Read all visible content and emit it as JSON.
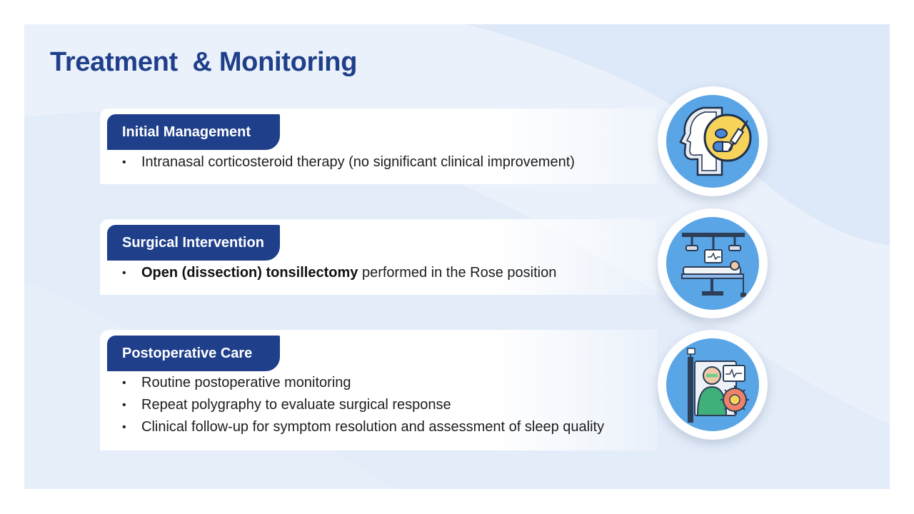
{
  "title": "Treatment  & Monitoring",
  "sections": [
    {
      "header": "Initial Management",
      "bullets": [
        {
          "text": "Intranasal corticosteroid therapy (no significant clinical improvement)"
        }
      ]
    },
    {
      "header": "Surgical Intervention",
      "bullets": [
        {
          "bold": "Open (dissection) tonsillectomy",
          "text": " performed in the Rose position"
        }
      ]
    },
    {
      "header": "Postoperative Care",
      "bullets": [
        {
          "text": "Routine postoperative monitoring"
        },
        {
          "text": "Repeat polygraphy to evaluate surgical response"
        },
        {
          "text": "Clinical follow-up for symptom resolution and assessment of sleep quality"
        }
      ]
    }
  ],
  "bullet_char": "•",
  "icons": [
    "head-medication-icon",
    "operating-table-icon",
    "hospital-patient-icon"
  ],
  "colors": {
    "title": "#1f3f8a",
    "header_bg": "#1f3f8a",
    "icon_bg": "#5aa5e6",
    "slide_bg": "#eaf1fb"
  }
}
